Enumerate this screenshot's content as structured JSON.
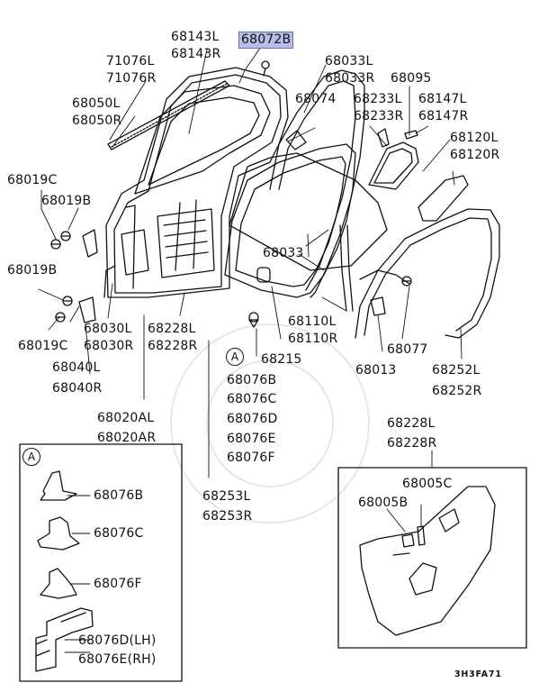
{
  "callouts": {
    "p68143": [
      "68143L",
      "68143R"
    ],
    "p68072": "68072B",
    "p68033a": [
      "68033L",
      "68033R"
    ],
    "p68095": "68095",
    "p71076": [
      "71076L",
      "71076R"
    ],
    "p68074": "68074",
    "p68233": [
      "68233L",
      "68233R"
    ],
    "p68147": [
      "68147L",
      "68147R"
    ],
    "p68050": [
      "68050L",
      "68050R"
    ],
    "p68120": [
      "68120L",
      "68120R"
    ],
    "p68019c_top": "68019C",
    "p68019b_top": "68019B",
    "p68033": "68033",
    "p68019b": "68019B",
    "p68030": [
      "68030L",
      "68030R"
    ],
    "p68228": [
      "68228L",
      "68228R"
    ],
    "p68110": [
      "68110L",
      "68110R"
    ],
    "p68019c": "68019C",
    "p68215": "68215",
    "p68077": "68077",
    "p68040": [
      "68040L",
      "68040R"
    ],
    "p68013": "68013",
    "p68252": [
      "68252L",
      "68252R"
    ],
    "p68076_list": [
      "68076B",
      "68076C",
      "68076D",
      "68076E",
      "68076F"
    ],
    "p68020": [
      "68020AL",
      "68020AR"
    ],
    "p68228_box": [
      "68228L",
      "68228R"
    ],
    "p68253": [
      "68253L",
      "68253R"
    ],
    "p68005c": "68005C",
    "p68005b": "68005B"
  },
  "detail_a": {
    "marker": "A",
    "items": [
      "68076B",
      "68076C",
      "68076F",
      "68076D(LH)",
      "68076E(RH)"
    ]
  },
  "marker_main": "A",
  "figure_code": "3H3FA71",
  "highlight_color": "#b8bde6"
}
